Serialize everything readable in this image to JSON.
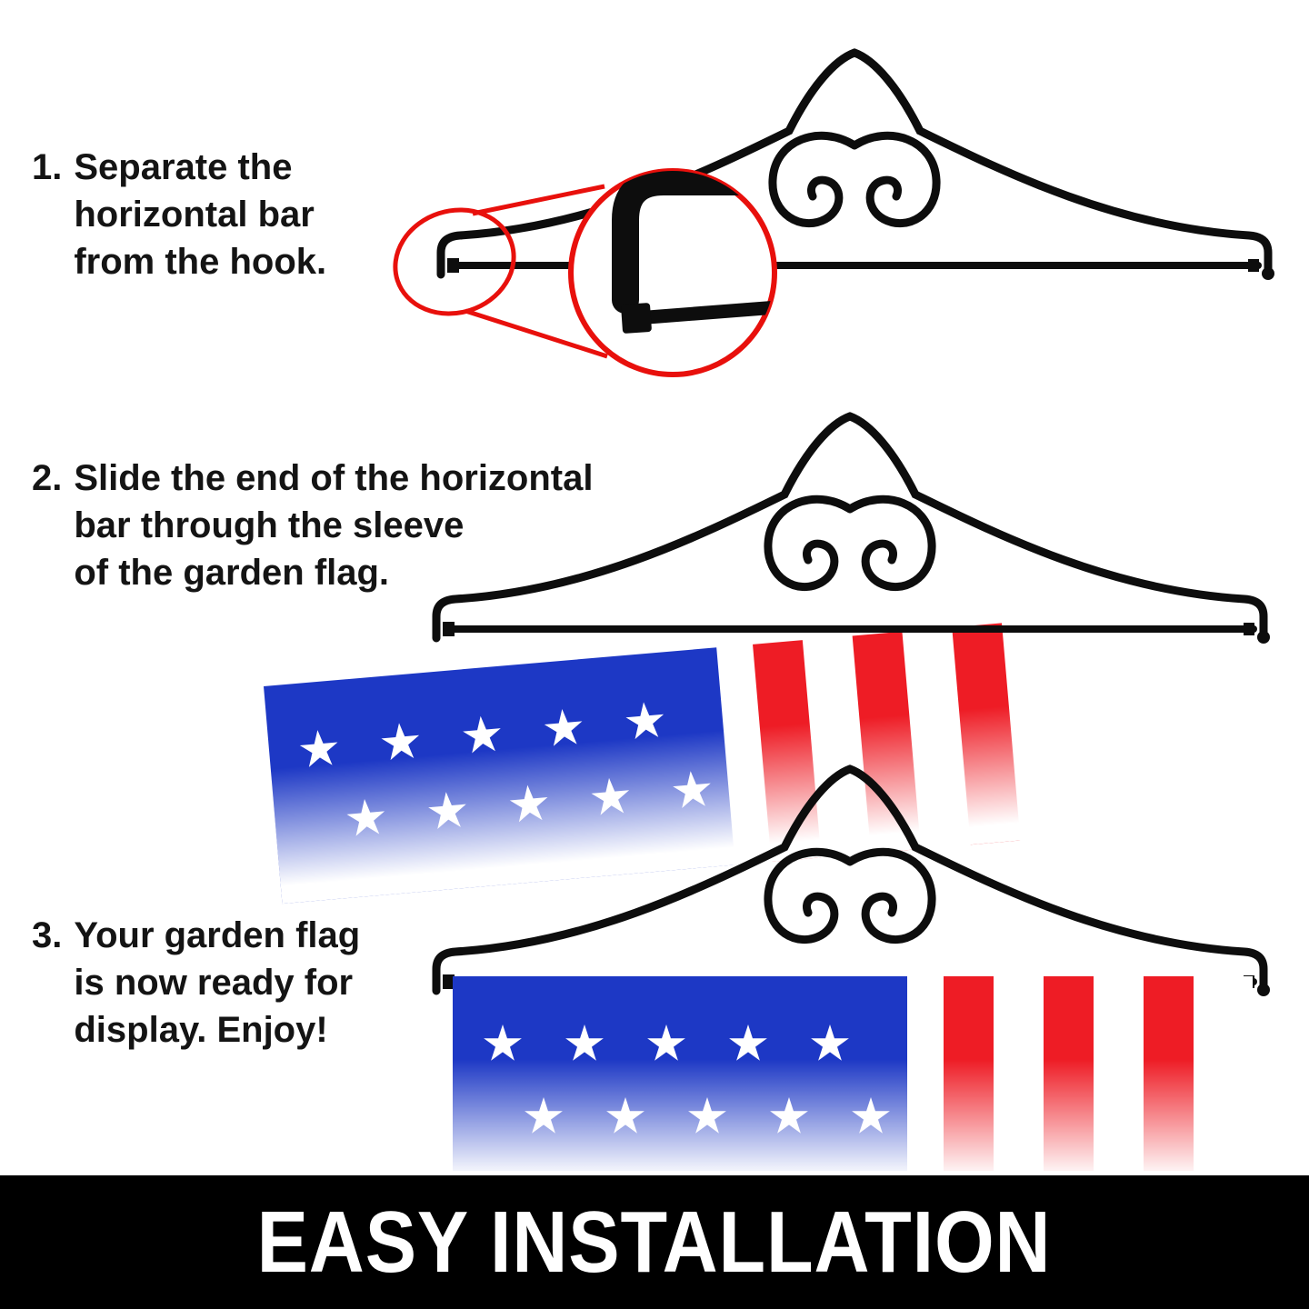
{
  "steps": [
    {
      "number": "1.",
      "text": "Separate the\nhorizontal bar\nfrom the hook."
    },
    {
      "number": "2.",
      "text": "Slide the end of the horizontal\nbar through the sleeve\nof the garden flag."
    },
    {
      "number": "3.",
      "text": "Your garden flag\nis now ready for\ndisplay. Enjoy!"
    }
  ],
  "banner": {
    "title": "EASY INSTALLATION"
  },
  "illustrations": {
    "step1": "garden-flag-hanger-with-magnified-hook-detail",
    "step2": "garden-flag-sliding-onto-horizontal-bar",
    "step3": "garden-flag-hanging-on-hanger"
  },
  "colors": {
    "metal_black": "#0d0d0d",
    "callout_red": "#e8100c",
    "flag_blue": "#1d38c5",
    "flag_red": "#ee1c25",
    "banner_bg": "#000000",
    "banner_text": "#ffffff"
  }
}
